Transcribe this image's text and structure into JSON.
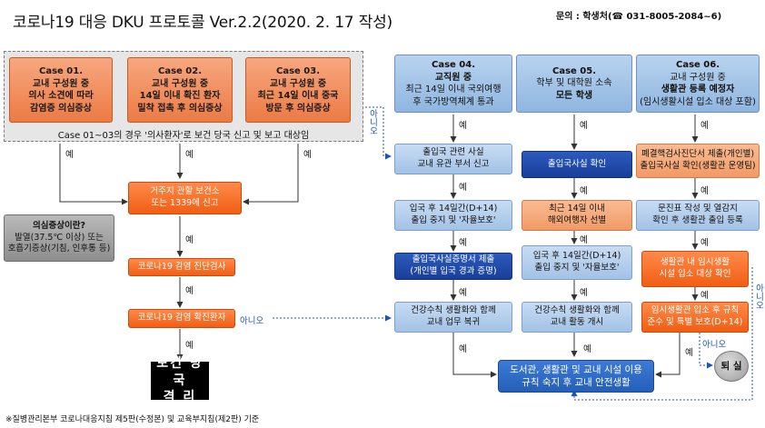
{
  "title": "코로나19 대응 DKU 프로토콜 Ver.2.2(2020. 2. 17 작성)",
  "contact": "문의 : 학생처(☎ 031-8005-2084~6)",
  "footer": "※질병관리본부 코로나대응지침 제5판(수정본) 및 교육부지침(제2판) 기준",
  "left_panel": {
    "cases": [
      {
        "head": "Case 01.",
        "lines": [
          "교내 구성원 중",
          "의사 소견에 따라",
          "감염증 의심증상"
        ]
      },
      {
        "head": "Case 02.",
        "lines": [
          "교내 구성원 중",
          "14일 이내 확진 환자",
          "밀착 접촉 후 의심증상"
        ]
      },
      {
        "head": "Case 03.",
        "lines": [
          "교내 구성원 중",
          "최근 14일 이내 중국",
          "방문 후 의심증상"
        ]
      }
    ],
    "note": "Case 01~03의 경우 '의사환자'로 보건 당국 신고 및 보고 대상임"
  },
  "left_flow": {
    "report": [
      "거주지 관할 보건소",
      "또는 1339에 신고"
    ],
    "test": "코로나19 감염 진단검사",
    "confirmed": "코로나19 감염 확진환자",
    "isolation": [
      "보건 당국",
      "격    리"
    ],
    "symptom_info": {
      "title": "의심증상이란?",
      "lines": [
        "발열(37.5℃ 이상) 또는",
        "호흡기증상(기침, 인후통 등)"
      ]
    }
  },
  "cases_right": [
    {
      "head": "Case 04.",
      "lines": [
        "교직원 중",
        "최근 14일 이내 국외여행",
        "후 국가방역체계 통과"
      ]
    },
    {
      "head": "Case 05.",
      "lines": [
        "학부 및 대학원 소속",
        "모든 학생"
      ]
    },
    {
      "head": "Case 06.",
      "lines": [
        "교내 구성원 중",
        "생활관 등록 예정자",
        "(임시생활시설 입소 대상 포함)"
      ]
    }
  ],
  "col4": [
    [
      "출입국 관련 사실",
      "교내 유관 부서 신고"
    ],
    [
      "입국 후 14일간(D+14)",
      "출입 중지 및 '자율보호'"
    ],
    [
      "출입국사실증명서 제출",
      "(개인별 입국 경과 증명)"
    ],
    [
      "건강수칙 생활화와 함께",
      "교내 업무 복귀"
    ]
  ],
  "col5": [
    [
      "출입국사실 확인"
    ],
    [
      "최근 14일 이내",
      "해외여행자 선별"
    ],
    [
      "입국 후 14일간(D+14)",
      "출입 중지 및 '자율보호'"
    ],
    [
      "건강수칙 생활화와 함께",
      "교내 활동 개시"
    ]
  ],
  "col6": [
    [
      "폐결핵검사진단서 제출(개인별)",
      "출입국사실 확인(생활관 운영팀)"
    ],
    [
      "문진표 작성 및 열감지",
      "확인 후 생활관 출입 등록"
    ],
    [
      "생활관 내 임시생활",
      "시설 입소 대상 확인"
    ],
    [
      "임시생활관 입소 후 규칙",
      "준수 및 특별 보호(D+14)"
    ]
  ],
  "final": [
    "도서관, 생활관 및 교내 시설 이용",
    "규칙 숙지 후 교내 안전생활"
  ],
  "exit": "퇴 실",
  "labels": {
    "yes": "예",
    "no_spaced": "아니오",
    "no_compact": "아니오"
  }
}
